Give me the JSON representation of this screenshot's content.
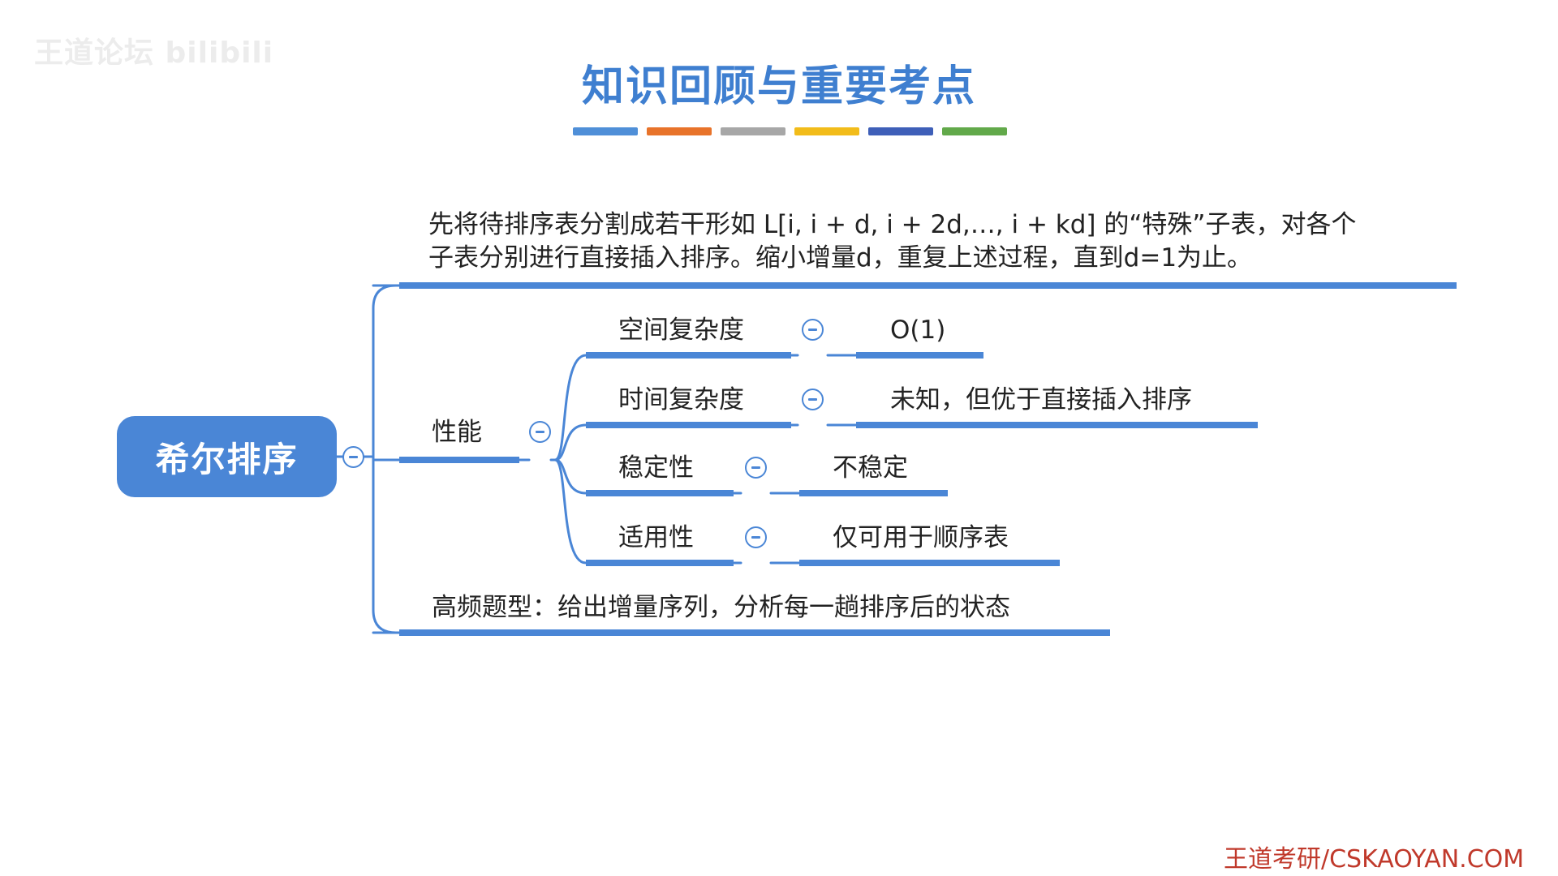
{
  "watermark": "王道论坛 bilibili",
  "title": "知识回顾与重要考点",
  "title_bar_colors": [
    "#4f8fd8",
    "#e8732a",
    "#a7a7a7",
    "#f2bc1a",
    "#3e5fb8",
    "#62a94a"
  ],
  "accent_color": "#4a86d6",
  "root": {
    "label": "希尔排序",
    "underline_color": "#e02020"
  },
  "branches": {
    "definition": {
      "line1": "先将待排序表分割成若干形如 L[i, i + d, i + 2d,…, i + kd] 的“特殊”子表，对各个",
      "line2": "子表分别进行直接插入排序。缩小增量d，重复上述过程，直到d=1为止。"
    },
    "performance": {
      "label": "性能",
      "items": [
        {
          "label": "空间复杂度",
          "value": "O(1)"
        },
        {
          "label": "时间复杂度",
          "value": "未知，但优于直接插入排序"
        },
        {
          "label": "稳定性",
          "value": "不稳定"
        },
        {
          "label": "适用性",
          "value": "仅可用于顺序表"
        }
      ]
    },
    "exam": {
      "label": "高频题型：给出增量序列，分析每一趟排序后的状态"
    }
  },
  "footer": "王道考研/CSKAOYAN.COM"
}
